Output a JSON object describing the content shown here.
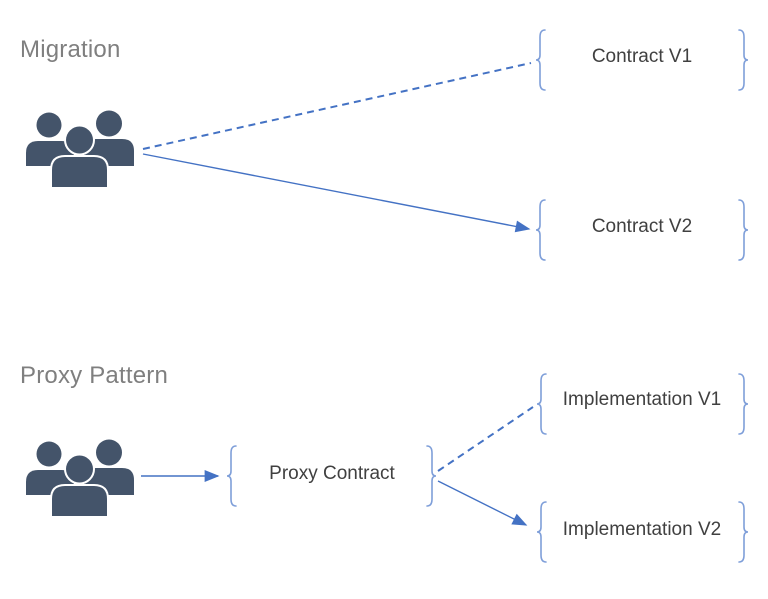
{
  "colors": {
    "arrow_blue": "#4472C4",
    "brace_blue": "#7F9FD9",
    "icon_slate": "#44546A",
    "title_gray": "#7F7F7F",
    "label_gray": "#404040",
    "background": "#FFFFFF"
  },
  "migration": {
    "title": "Migration",
    "contract_v1": "Contract V1",
    "contract_v2": "Contract V2"
  },
  "proxy_pattern": {
    "title": "Proxy Pattern",
    "proxy_contract": "Proxy Contract",
    "implementation_v1": "Implementation V1",
    "implementation_v2": "Implementation V2"
  },
  "connectors": [
    {
      "section": "Migration",
      "from": "users",
      "to": "Contract V1",
      "style": "dashed",
      "arrowhead": false
    },
    {
      "section": "Migration",
      "from": "users",
      "to": "Contract V2",
      "style": "solid",
      "arrowhead": true
    },
    {
      "section": "Proxy Pattern",
      "from": "users",
      "to": "Proxy Contract",
      "style": "solid",
      "arrowhead": true
    },
    {
      "section": "Proxy Pattern",
      "from": "Proxy Contract",
      "to": "Implementation V1",
      "style": "dashed",
      "arrowhead": false
    },
    {
      "section": "Proxy Pattern",
      "from": "Proxy Contract",
      "to": "Implementation V2",
      "style": "solid",
      "arrowhead": true
    }
  ]
}
